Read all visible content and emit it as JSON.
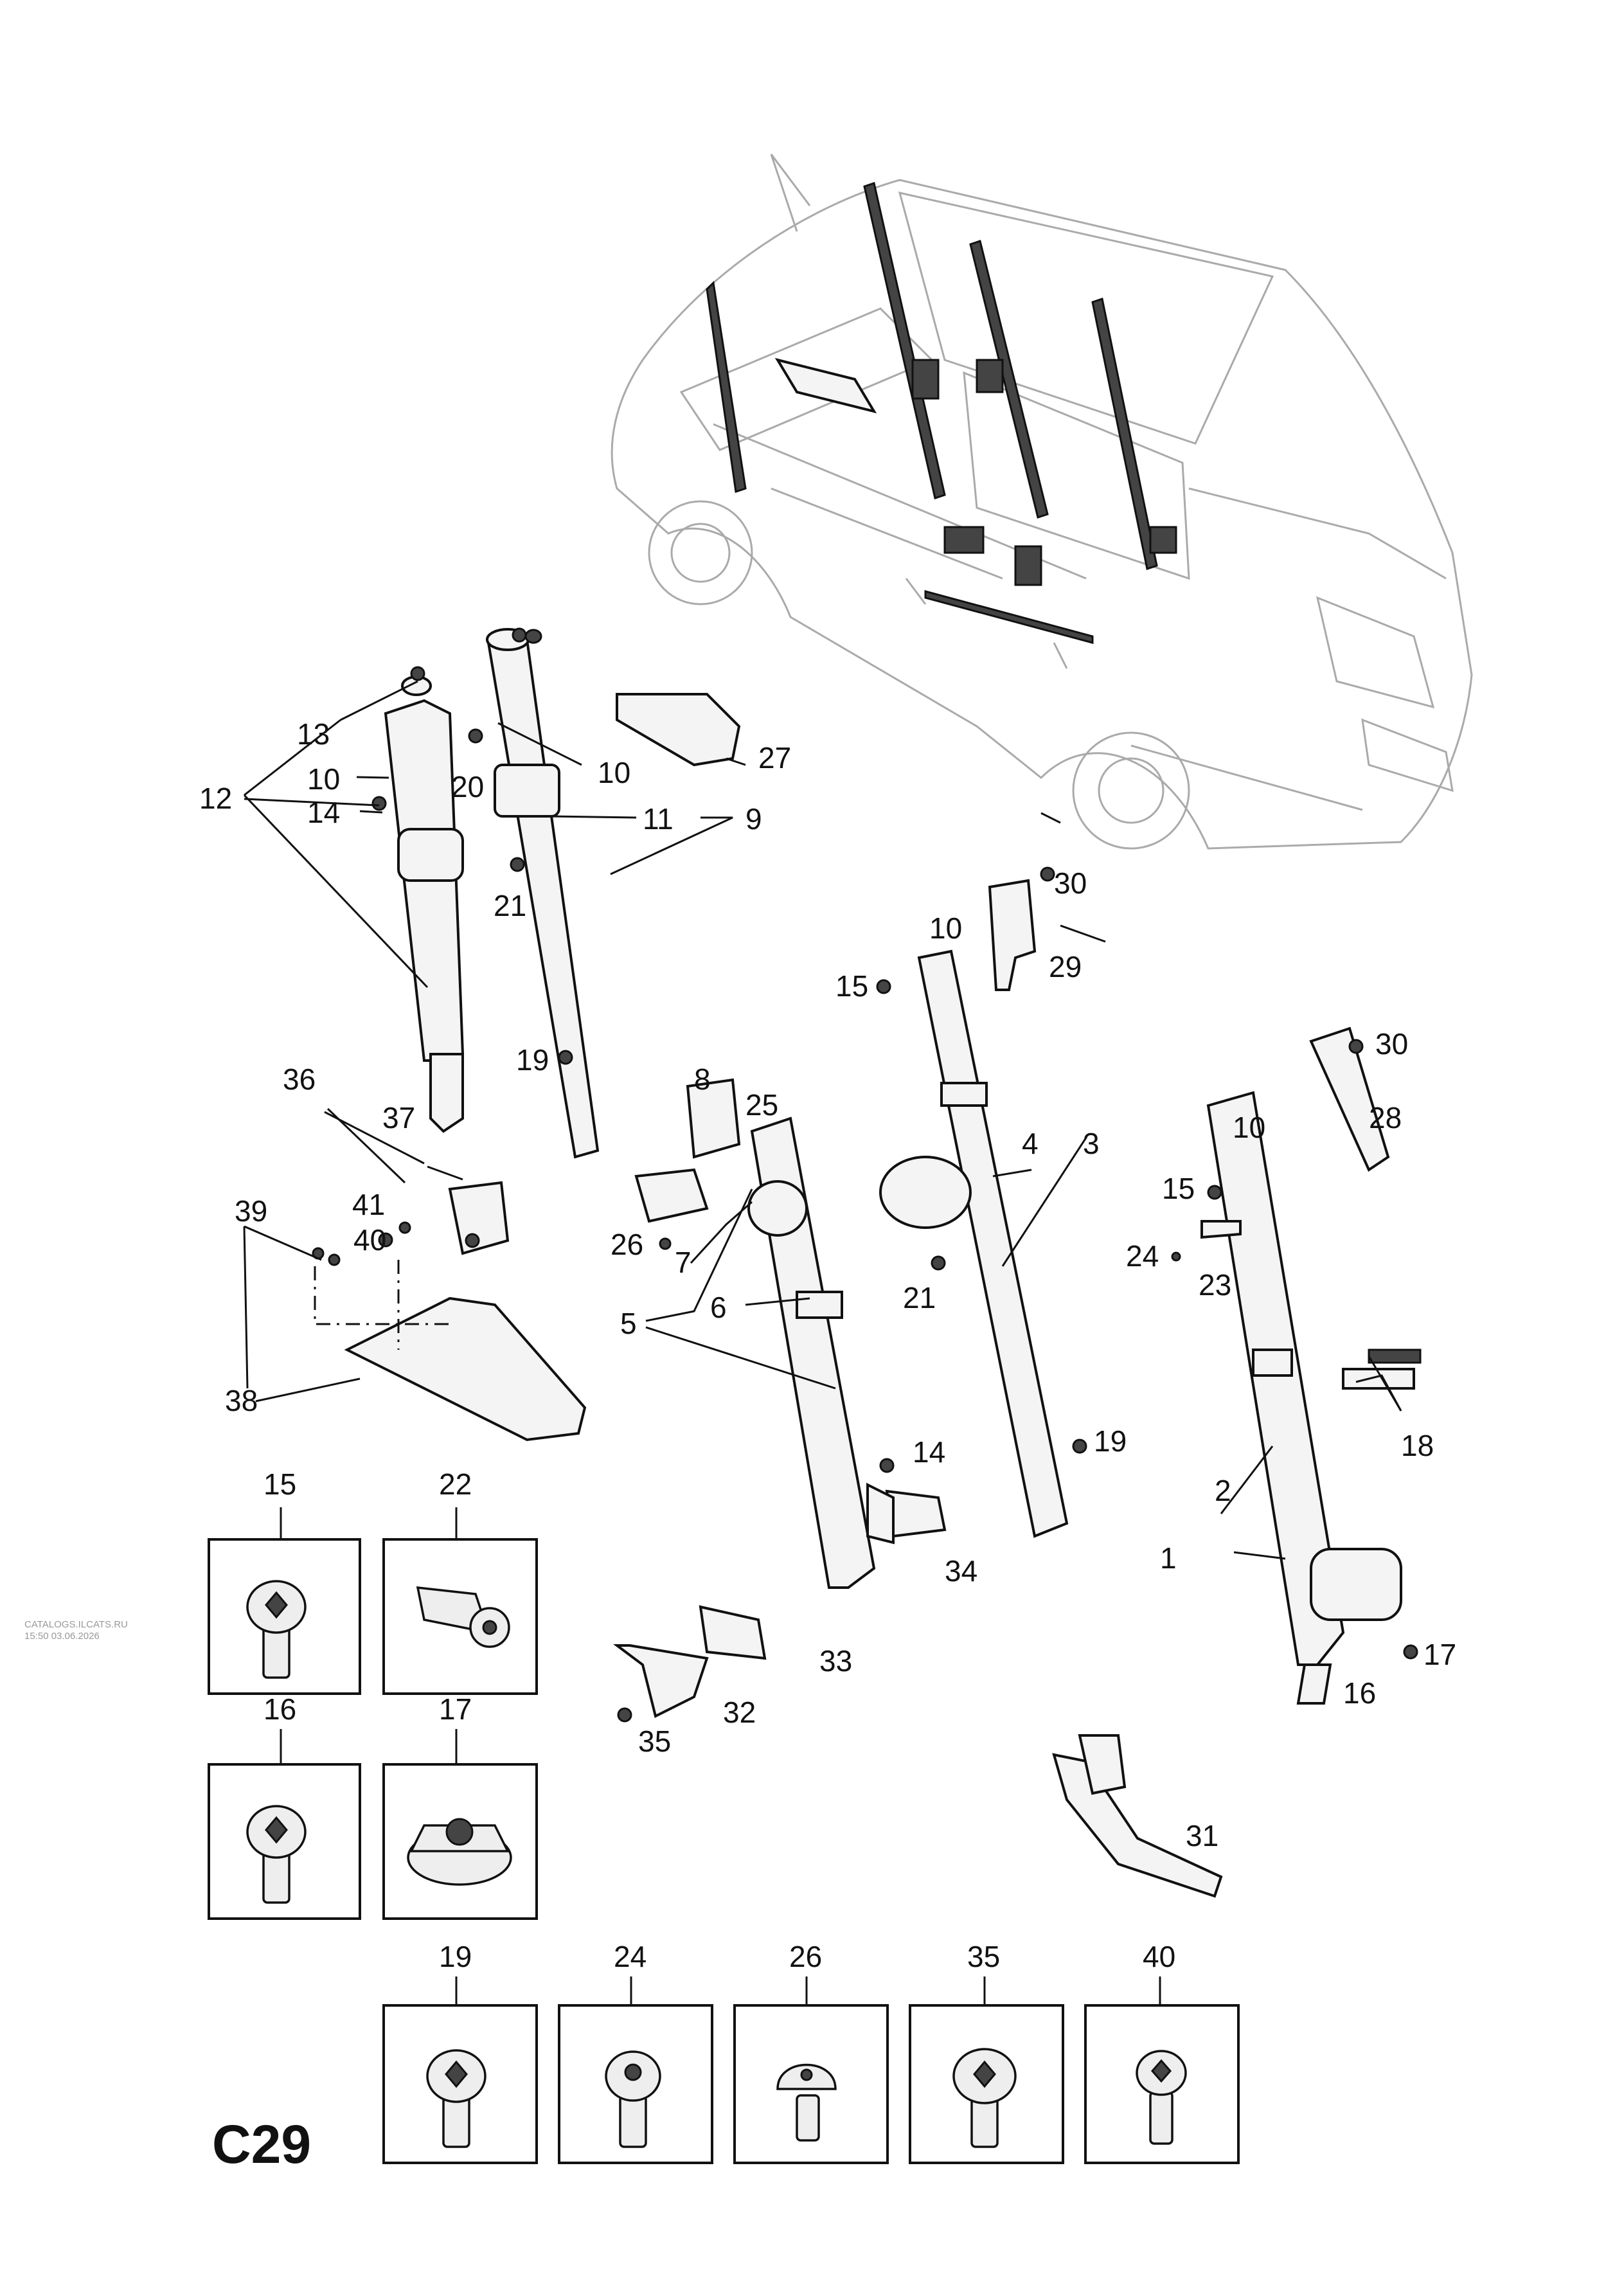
{
  "callouts": [
    "1",
    "2",
    "3",
    "4",
    "5",
    "6",
    "7",
    "8",
    "9",
    "10",
    "11",
    "12",
    "13",
    "14",
    "15",
    "16",
    "17",
    "18",
    "19",
    "20",
    "21",
    "22",
    "23",
    "24",
    "25",
    "26",
    "27",
    "28",
    "29",
    "30",
    "31",
    "32",
    "33",
    "34",
    "35",
    "36",
    "37",
    "38",
    "39",
    "40",
    "41"
  ],
  "detail_boxes": [
    "15",
    "22",
    "16",
    "17",
    "19",
    "24",
    "26",
    "35",
    "40"
  ],
  "watermark": {
    "line1": "CATALOGS.ILCATS.RU",
    "line2": "15:50 03.06.2026"
  },
  "diagram_code": "C29"
}
